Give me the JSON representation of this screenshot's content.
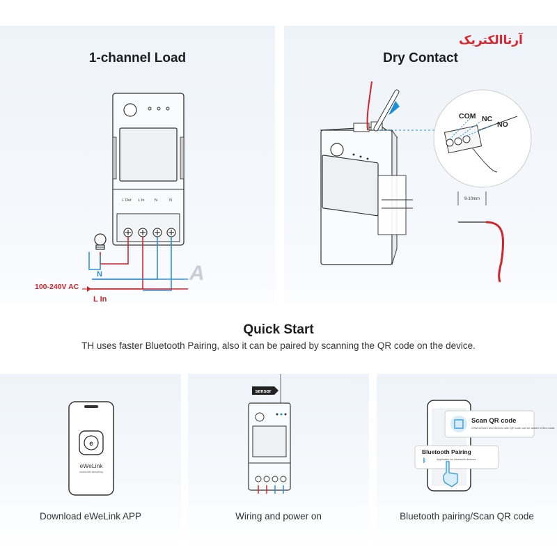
{
  "logo": {
    "text": "آرتاالکتریک"
  },
  "load_panel": {
    "title": "1-channel Load",
    "terminals": [
      "L Out",
      "L In",
      "N",
      "N"
    ],
    "label_n": "N",
    "label_voltage": "100-240V AC",
    "label_lin": "L In",
    "watermark": "A"
  },
  "dry_panel": {
    "title": "Dry Contact",
    "label_com": "COM",
    "label_nc": "NC",
    "label_no": "NO",
    "strip_length": "9-10mm"
  },
  "quick_start": {
    "title": "Quick Start",
    "subtitle": "TH uses faster Bluetooth Pairing, also it can be paired by scanning the QR code on the device."
  },
  "cards": {
    "app": {
      "label": "Download eWeLink APP",
      "app_name": "eWeLink",
      "app_tagline": "works with everything"
    },
    "wiring": {
      "label": "Wiring and power on",
      "sensor_tag": "sensor"
    },
    "pairing": {
      "label": "Bluetooth pairing/Scan QR code",
      "scan_title": "Scan QR code",
      "scan_desc": "GSM devices and devices with QR code can be added in this mode.",
      "bt_title": "Bluetooth Pairing",
      "bt_desc": "Applicable for bluetooth devices"
    }
  },
  "colors": {
    "live": "#d2232a",
    "neutral": "#2d8fd6",
    "accent": "#1e90d8",
    "logo": "#e0232a"
  }
}
